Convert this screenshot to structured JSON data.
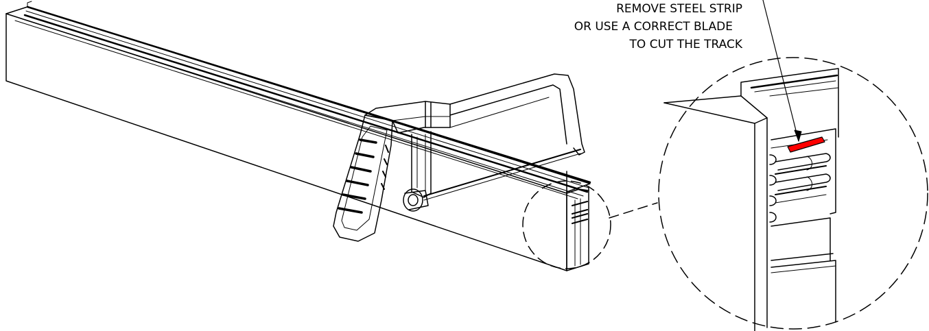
{
  "callout": {
    "lines": [
      "REMOVE STEEL STRIP",
      "OR USE A CORRECT BLADE",
      "TO CUT THE TRACK"
    ]
  },
  "colors": {
    "line": "#000000",
    "background": "#ffffff",
    "steel_strip_highlight": "#ff0000"
  },
  "parts": [
    "track",
    "hacksaw",
    "detail-magnifier",
    "steel-strip"
  ]
}
